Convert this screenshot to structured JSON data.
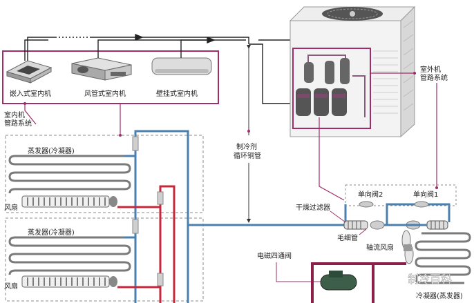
{
  "indoor_units": {
    "cassette": "嵌入式室内机",
    "ducted": "风管式室内机",
    "wall": "壁挂式室内机"
  },
  "indoor_piping": [
    "室内机",
    "管路系统"
  ],
  "outdoor_piping": [
    "室外机",
    "管路系统"
  ],
  "refrigerant_pipe": [
    "制冷剂",
    "循环铜管"
  ],
  "evaporator_1": "蒸发器(冷凝器)",
  "evaporator_2": "蒸发器(冷凝器)",
  "fan_1": "风扇",
  "fan_2": "风扇",
  "check_valve_2": "单向阀2",
  "check_valve_1": "单向阀1",
  "dryer_filter": "干燥过滤器",
  "capillary": "毛细管",
  "axial_fan": "轴流风扇",
  "four_way_valve": "电磁四通阀",
  "condenser": "冷凝器(蒸发器)",
  "watermark": "制冷百科",
  "colors": {
    "frame": "#a02c6a",
    "liquid_line": "#4a7fb0",
    "gas_line": "#c4283c",
    "coil": "#7a7a7a",
    "suction": "#8a1f4a"
  }
}
